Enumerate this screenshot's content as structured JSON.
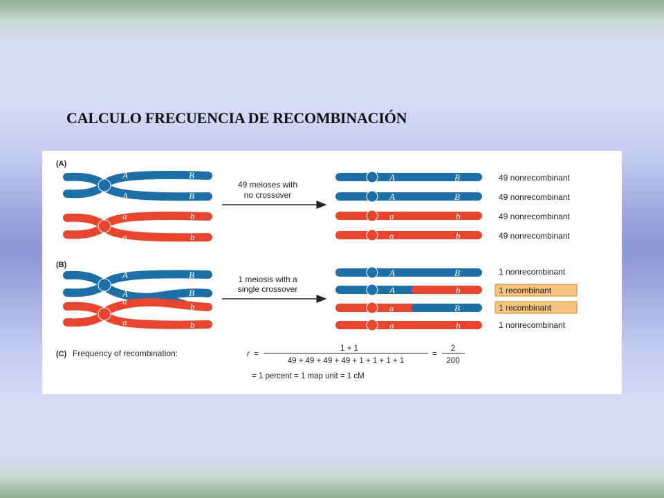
{
  "title": "CALCULO FRECUENCIA DE RECOMBINACIÓN",
  "colors": {
    "blue_chromosome": "#1d6fa8",
    "red_chromosome": "#e8452c",
    "recombinant_highlight": "#f5c47e"
  },
  "figure": {
    "panel_a": {
      "label": "(A)",
      "arrow_note_line1": "49 meioses with",
      "arrow_note_line2": "no crossover",
      "outcomes": [
        "49 nonrecombinant",
        "49 nonrecombinant",
        "49 nonrecombinant",
        "49 nonrecombinant"
      ]
    },
    "panel_b": {
      "label": "(B)",
      "arrow_note_line1": "1 meiosis with a",
      "arrow_note_line2": "single crossover",
      "outcomes": [
        "1 nonrecombinant",
        "1 recombinant",
        "1 recombinant",
        "1 nonrecombinant"
      ]
    },
    "panel_c": {
      "label": "(C)",
      "text": "Frequency of recombination:",
      "r_symbol": "r",
      "numerator": "1 + 1",
      "denominator": "49 + 49 + 49 + 49 + 1 + 1 + 1 + 1",
      "result_numerator": "2",
      "result_denominator": "200",
      "conclusion": "= 1 percent = 1 map unit = 1 cM"
    },
    "alleles": {
      "A": "A",
      "B": "B",
      "a": "a",
      "b": "b"
    }
  }
}
